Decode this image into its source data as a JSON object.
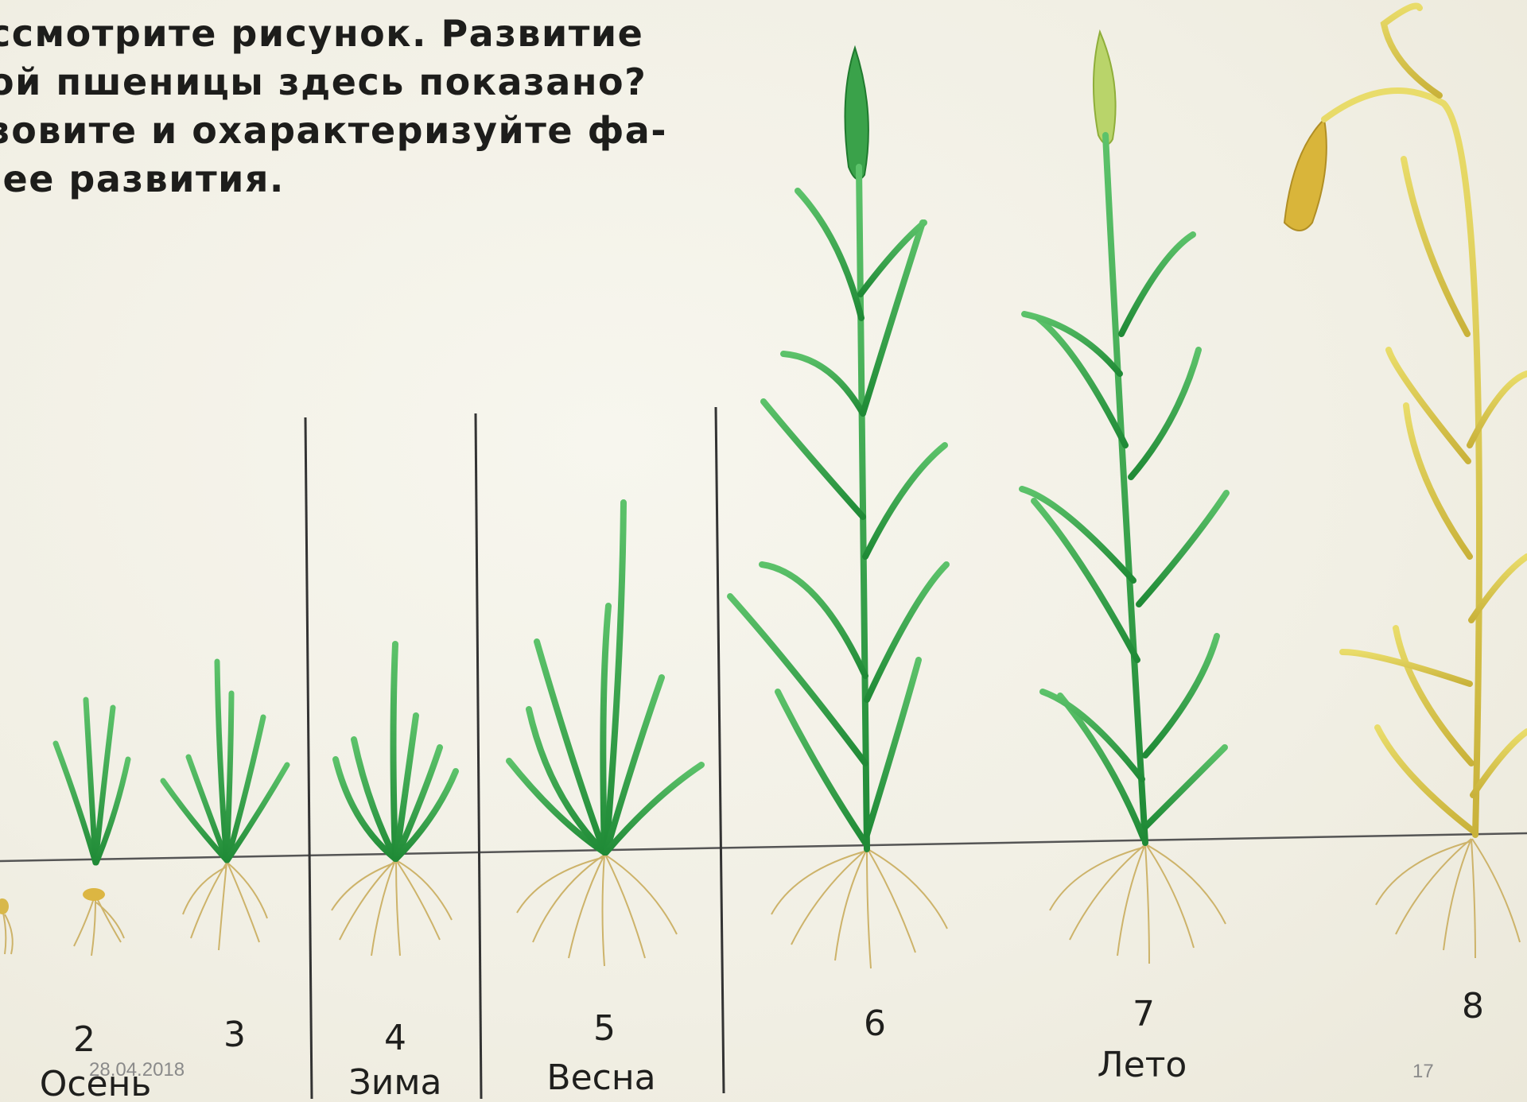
{
  "question_text": "ссмотрите рисунок. Развитие\nой пшеницы здесь показано?\nзовите и охарактеризуйте фа-\n ее развития.",
  "stages": [
    {
      "number": "2",
      "season": "Осень"
    },
    {
      "number": "3",
      "season": ""
    },
    {
      "number": "4",
      "season": "Зима"
    },
    {
      "number": "5",
      "season": "Весна"
    },
    {
      "number": "6",
      "season": ""
    },
    {
      "number": "7",
      "season": "Лето"
    },
    {
      "number": "8",
      "season": ""
    }
  ],
  "footer": {
    "date": "28.04.2018",
    "slide_number": "17"
  },
  "colors": {
    "leaf_green": "#2f9e3a",
    "ripe_yellow": "#d7c446",
    "root": "#cdb36a",
    "ink": "#1d1d1b"
  }
}
